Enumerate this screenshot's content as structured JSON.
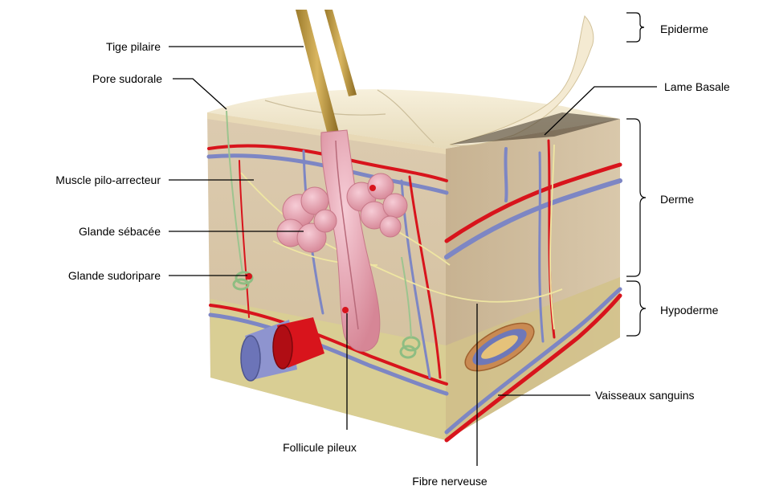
{
  "labels": {
    "tige_pilaire": "Tige pilaire",
    "pore_sudorale": "Pore sudorale",
    "muscle_pilo_arrecteur": "Muscle pilo-arrecteur",
    "glande_sebacee": "Glande sébacée",
    "glande_sudoripare": "Glande sudoripare",
    "follicule_pileux": "Follicule pileux",
    "fibre_nerveuse": "Fibre nerveuse",
    "epiderme": "Epiderme",
    "lame_basale": "Lame Basale",
    "derme": "Derme",
    "hypoderme": "Hypoderme",
    "vaisseaux_sanguins": "Vaisseaux sanguins"
  },
  "colors": {
    "artery": "#d8141c",
    "vein": "#7d86c4",
    "nerve": "#eee6a0",
    "dermis": "#d8c6a8",
    "hypodermis": "#e0d79a",
    "epidermis": "#f1e8cf",
    "gland": "#e9a6b4",
    "hair": "#c8a24a"
  }
}
